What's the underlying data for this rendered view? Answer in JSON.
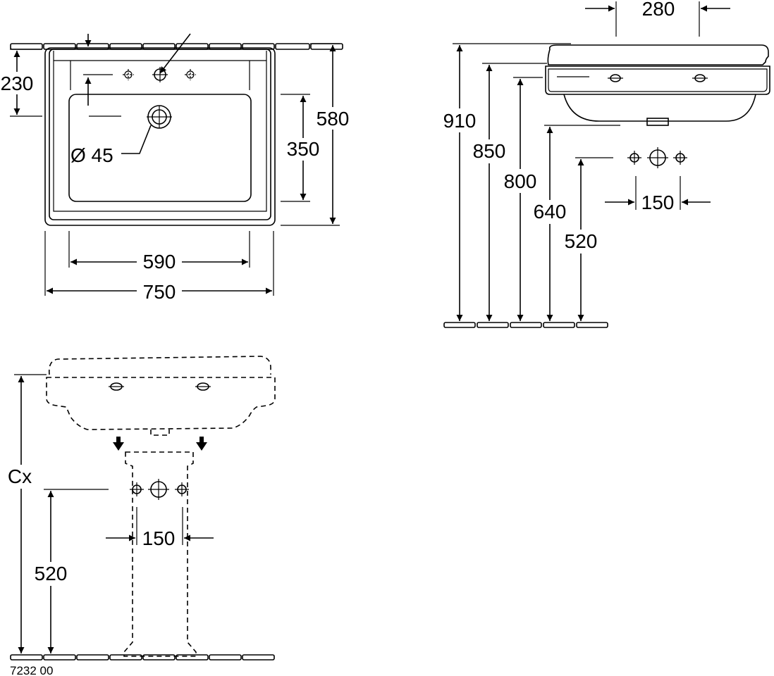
{
  "top_view": {
    "dim_depth": "230",
    "dim_diameter": "Ø 45",
    "dim_bowl_depth": "350",
    "dim_total_depth": "580",
    "dim_inner_width": "590",
    "dim_total_width": "750"
  },
  "side_view": {
    "dim_top_width": "280",
    "dim_h1": "910",
    "dim_h2": "850",
    "dim_h3": "800",
    "dim_h4": "640",
    "dim_h5": "520",
    "dim_hole_spacing": "150"
  },
  "pedestal_view": {
    "dim_height_label": "Cx",
    "dim_connection_height": "520",
    "dim_hole_spacing": "150"
  },
  "product_code": "7232 00",
  "colors": {
    "line": "#000000",
    "background": "#ffffff"
  }
}
